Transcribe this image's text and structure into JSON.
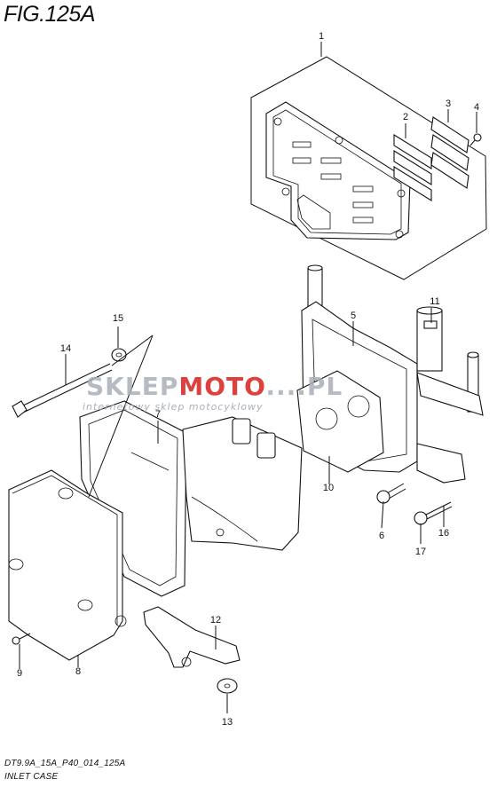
{
  "title": "FIG.125A",
  "footer": {
    "code": "DT9.9A_15A_P40_014_125A",
    "caption": "INLET CASE"
  },
  "watermark": {
    "brand_gray": "SKLEP",
    "brand_red": "MOTO",
    "brand_tail": "....PL",
    "tagline": "internetowy sklep motocyklowy"
  },
  "colors": {
    "line": "#111111",
    "watermark_gray": "#a9b0b8",
    "watermark_red": "#d9201c"
  },
  "callouts": [
    {
      "id": "1"
    },
    {
      "id": "2"
    },
    {
      "id": "3"
    },
    {
      "id": "4"
    },
    {
      "id": "5"
    },
    {
      "id": "6"
    },
    {
      "id": "7"
    },
    {
      "id": "8"
    },
    {
      "id": "9"
    },
    {
      "id": "10"
    },
    {
      "id": "11"
    },
    {
      "id": "12"
    },
    {
      "id": "13"
    },
    {
      "id": "14"
    },
    {
      "id": "15"
    },
    {
      "id": "16"
    },
    {
      "id": "17"
    }
  ]
}
